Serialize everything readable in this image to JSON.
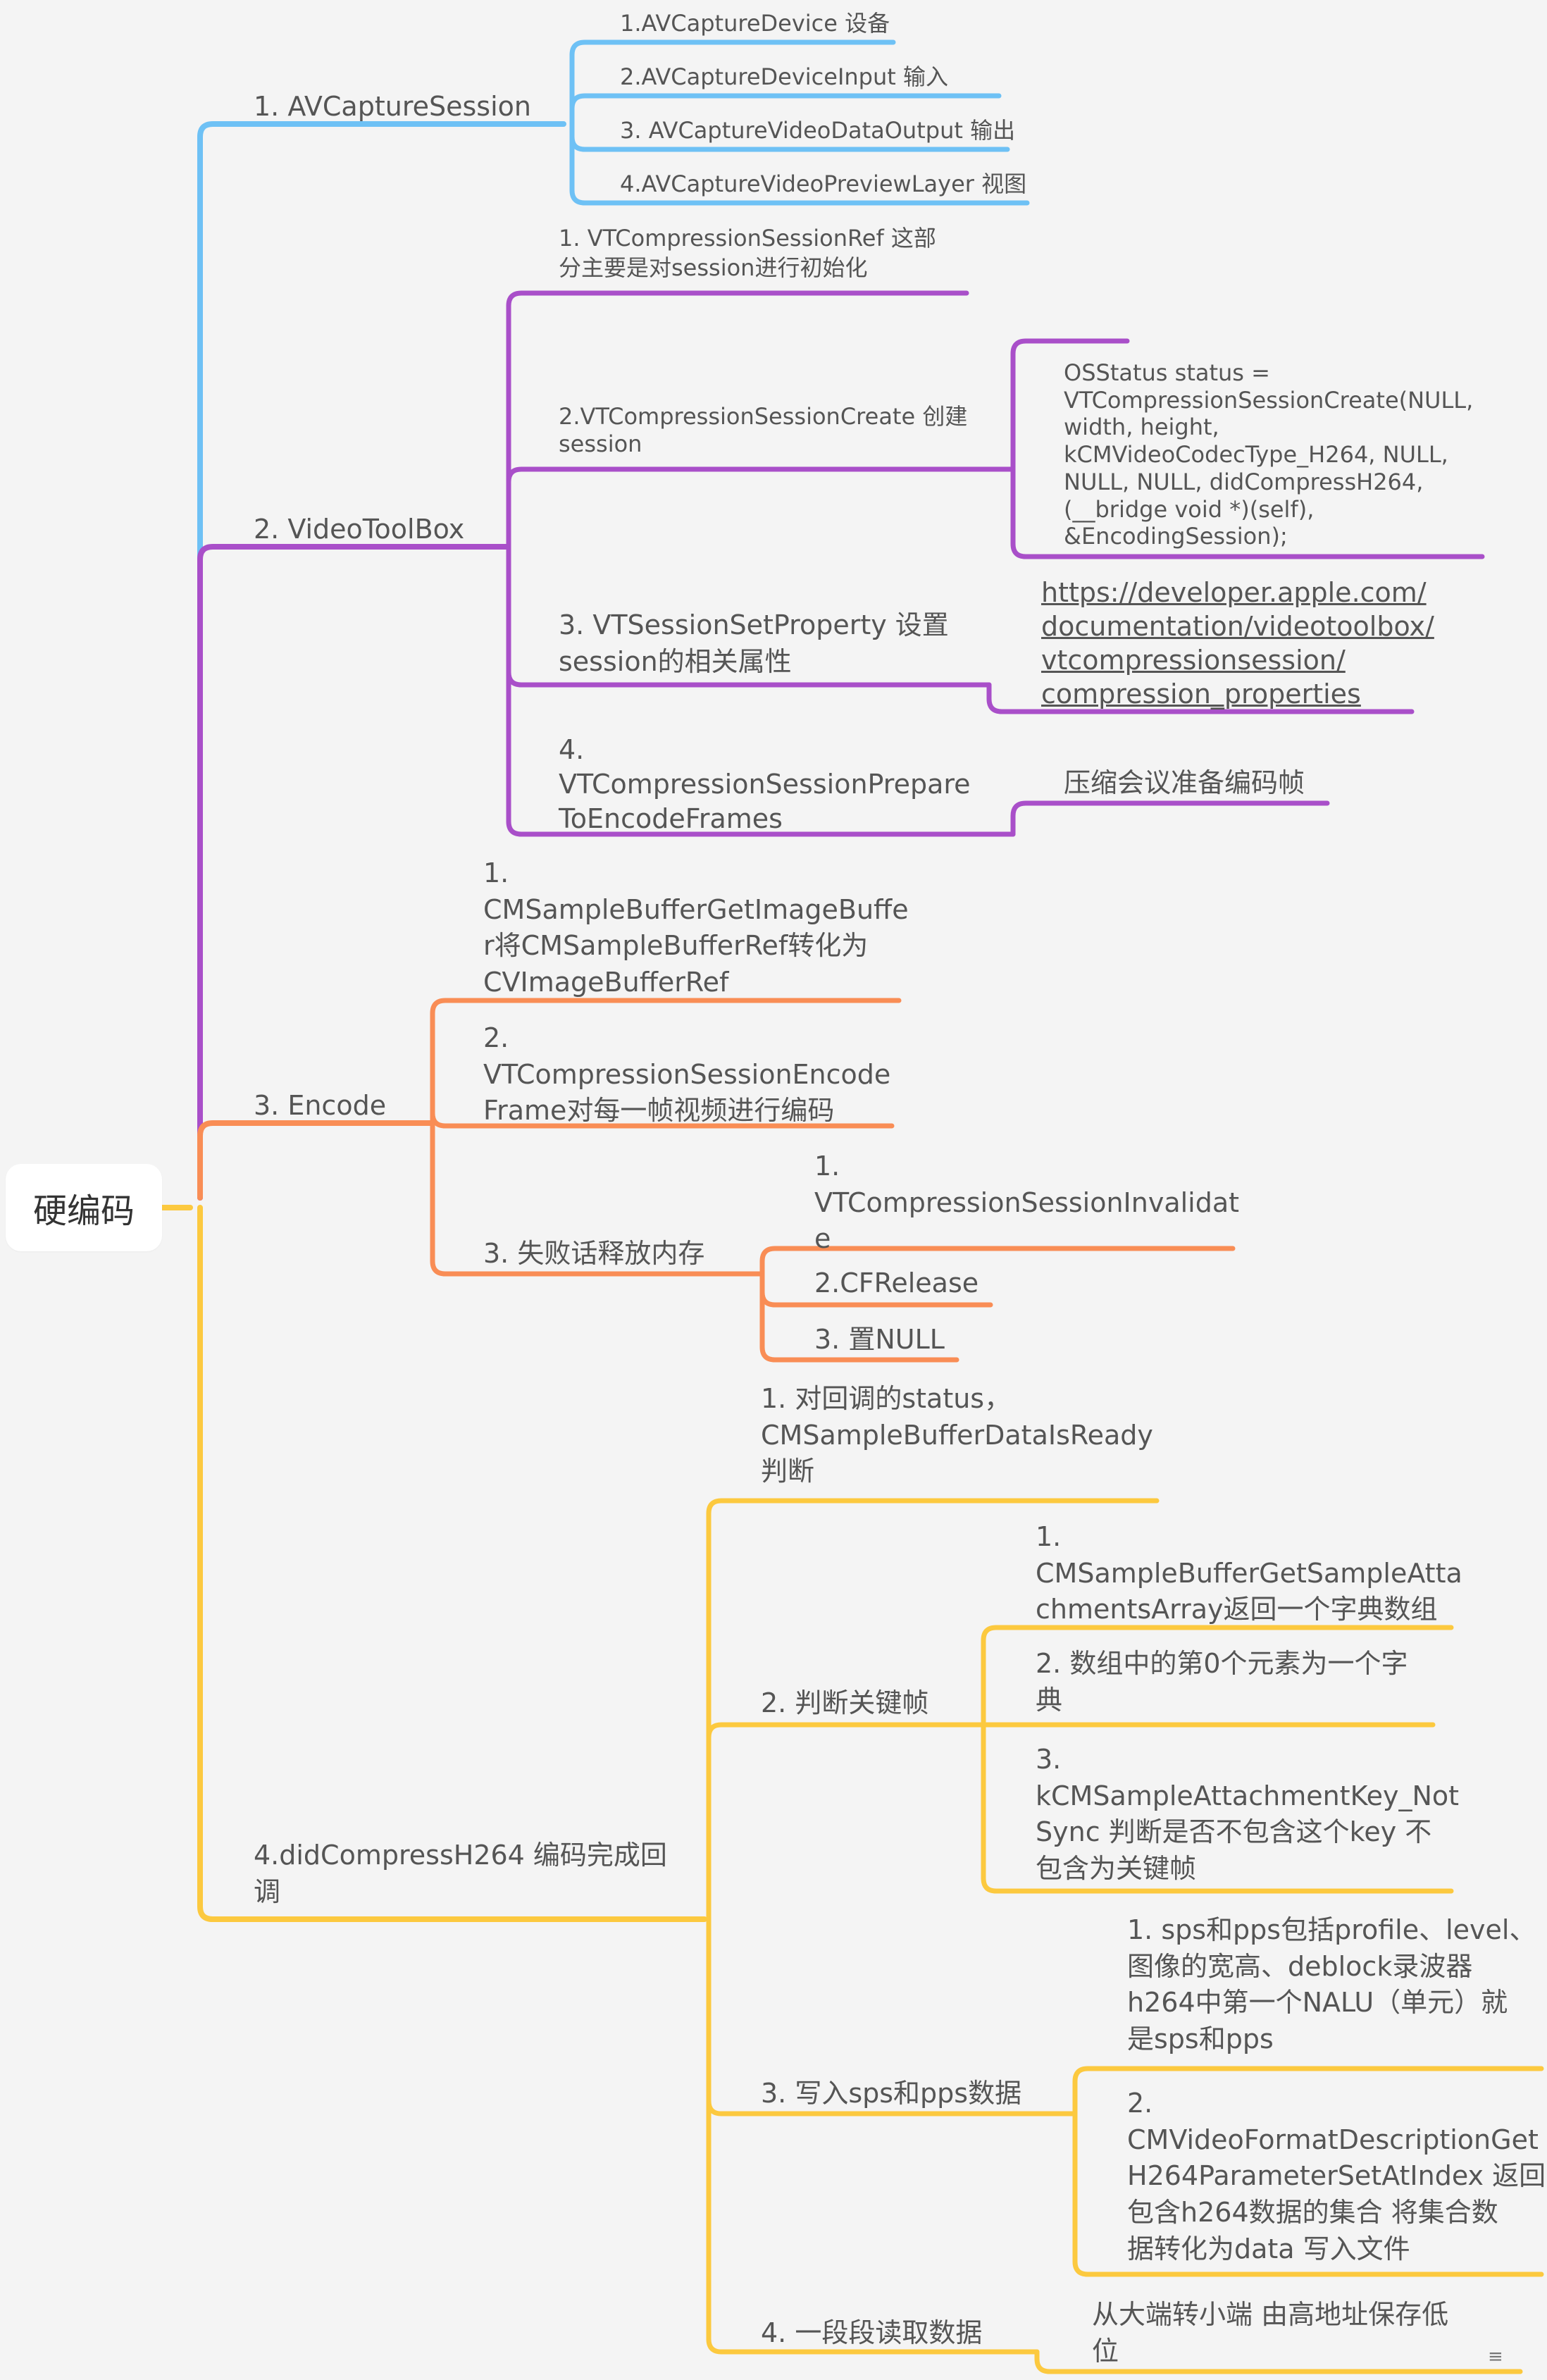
{
  "root": {
    "label": "硬编码"
  },
  "colors": {
    "blue": "#6ec1f5",
    "purple": "#a94fc9",
    "orange": "#f98d55",
    "yellow": "#fcc93f"
  },
  "branches": {
    "capture": {
      "label": "1. AVCaptureSession",
      "children": [
        "1.AVCaptureDevice 设备",
        "2.AVCaptureDeviceInput 输入",
        "3. AVCaptureVideoDataOutput 输出",
        "4.AVCaptureVideoPreviewLayer 视图"
      ]
    },
    "videotoolbox": {
      "label": "2. VideoToolBox",
      "children": [
        {
          "label": "1. VTCompressionSessionRef 这部\n分主要是对session进行初始化"
        },
        {
          "label": "2.VTCompressionSessionCreate 创建\nsession",
          "detail": "OSStatus status =\nVTCompressionSessionCreate(NULL,\nwidth, height,\nkCMVideoCodecType_H264, NULL,\nNULL, NULL, didCompressH264,\n(__bridge void *)(self),\n&EncodingSession);"
        },
        {
          "label": "3. VTSessionSetProperty 设置\nsession的相关属性",
          "detail": "https://developer.apple.com/\ndocumentation/videotoolbox/\nvtcompressionsession/\ncompression_properties"
        },
        {
          "label": "4.\nVTCompressionSessionPrepare\nToEncodeFrames",
          "detail": "压缩会议准备编码帧"
        }
      ]
    },
    "encode": {
      "label": "3. Encode",
      "children": [
        {
          "label": "1.\nCMSampleBufferGetImageBuffe\nr将CMSampleBufferRef转化为\nCVImageBufferRef"
        },
        {
          "label": "2.\nVTCompressionSessionEncode\nFrame对每一帧视频进行编码"
        },
        {
          "label": "3. 失败话释放内存",
          "children": [
            "1.\nVTCompressionSessionInvalidat\ne",
            "2.CFRelease",
            "3. 置NULL"
          ]
        }
      ]
    },
    "callback": {
      "label": "4.didCompressH264 编码完成回\n调",
      "children": [
        {
          "label": "1. 对回调的status，\nCMSampleBufferDataIsReady\n判断"
        },
        {
          "label": "2. 判断关键帧",
          "children": [
            "1.\nCMSampleBufferGetSampleAtta\nchmentsArray返回一个字典数组",
            "2. 数组中的第0个元素为一个字\n典",
            "3.\nkCMSampleAttachmentKey_Not\nSync 判断是否不包含这个key 不\n包含为关键帧"
          ]
        },
        {
          "label": "3. 写入sps和pps数据",
          "children": [
            "1. sps和pps包括profile、level、\n图像的宽高、deblock录波器\nh264中第一个NALU（单元）就\n是sps和pps",
            "2.\nCMVideoFormatDescriptionGet\nH264ParameterSetAtIndex 返回\n包含h264数据的集合 将集合数\n据转化为data 写入文件"
          ]
        },
        {
          "label": "4. 一段段读取数据",
          "detail": "从大端转小端  由高地址保存低\n位"
        }
      ]
    }
  }
}
